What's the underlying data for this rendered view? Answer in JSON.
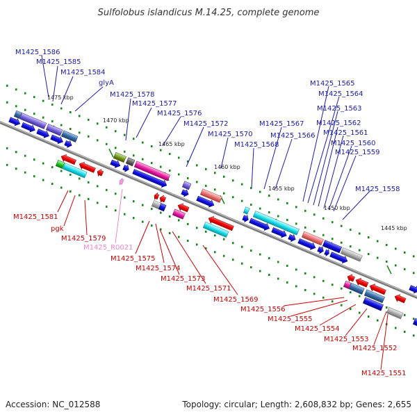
{
  "title": "Sulfolobus islandicus M.14.25, complete genome",
  "accession": "Accession: NC_012588",
  "topology": "Topology: circular; Length: 2,608,832 bp; Genes: 2,655",
  "colors": {
    "top_label": "#1a1aa8",
    "bottom_label": "#cc0000",
    "rna_label": "#ee88cc",
    "forward_gene": "#1010dd",
    "reverse_gene": "#ee0000",
    "backbone": "#7a7a7a",
    "tick": "#118811"
  },
  "kbp_marks": [
    "1475 kbp",
    "1470 kbp",
    "1465 kbp",
    "1460 kbp",
    "1455 kbp",
    "1450 kbp",
    "1445 kbp"
  ],
  "top_labels": [
    "M1425_1586",
    "M1425_1585",
    "M1425_1584",
    "glyA",
    "M1425_1578",
    "M1425_1577",
    "M1425_1576",
    "M1425_1572",
    "M1425_1570",
    "M1425_1567",
    "M1425_1568",
    "M1425_1566",
    "M1425_1565",
    "M1425_1564",
    "M1425_1563",
    "M1425_1562",
    "M1425_1561",
    "M1425_1560",
    "M1425_1559",
    "M1425_1558"
  ],
  "bottom_labels": [
    "M1425_1581",
    "pgk",
    "M1425_1579",
    "M1425_R0021",
    "M1425_1575",
    "M1425_1574",
    "M1425_1573",
    "M1425_1571",
    "M1425_1569",
    "M1425_1556",
    "M1425_1555",
    "M1425_1554",
    "M1425_1553",
    "M1425_1552",
    "M1425_1551"
  ]
}
